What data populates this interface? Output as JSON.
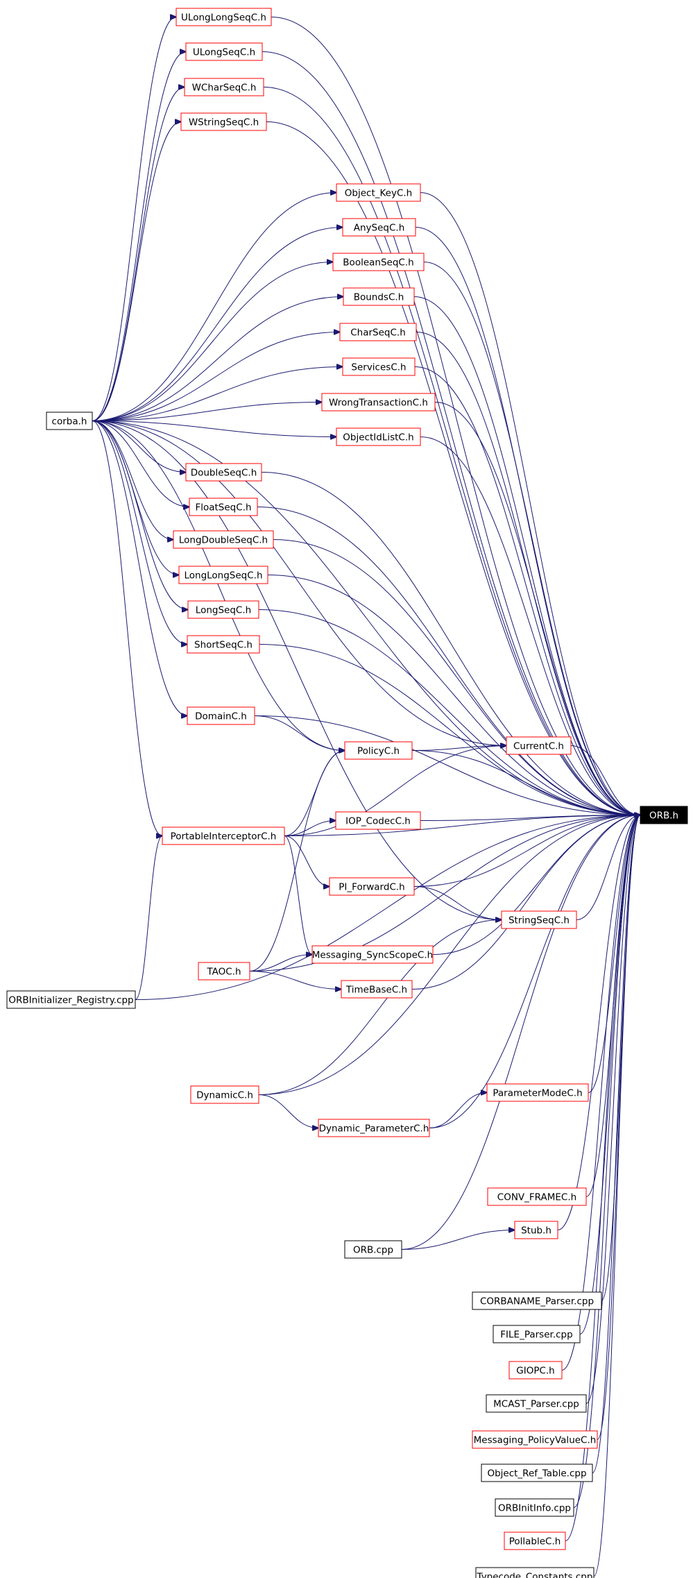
{
  "diagram": {
    "colors": {
      "edge": "#191970",
      "node_border_linked": "#ff0000",
      "node_border_plain": "#000000",
      "node_fill": "#ffffff",
      "focus_fill": "#000000",
      "focus_text": "#ffffff"
    },
    "focus": "ORB.h",
    "nodes": [
      {
        "id": "ULongLongSeqC",
        "label": "ULongLongSeqC.h",
        "style": "linked"
      },
      {
        "id": "ULongSeqC",
        "label": "ULongSeqC.h",
        "style": "linked"
      },
      {
        "id": "WCharSeqC",
        "label": "WCharSeqC.h",
        "style": "linked"
      },
      {
        "id": "WStringSeqC",
        "label": "WStringSeqC.h",
        "style": "linked"
      },
      {
        "id": "Object_KeyC",
        "label": "Object_KeyC.h",
        "style": "linked"
      },
      {
        "id": "AnySeqC",
        "label": "AnySeqC.h",
        "style": "linked"
      },
      {
        "id": "BooleanSeqC",
        "label": "BooleanSeqC.h",
        "style": "linked"
      },
      {
        "id": "BoundsC",
        "label": "BoundsC.h",
        "style": "linked"
      },
      {
        "id": "CharSeqC",
        "label": "CharSeqC.h",
        "style": "linked"
      },
      {
        "id": "ServicesC",
        "label": "ServicesC.h",
        "style": "linked"
      },
      {
        "id": "corba",
        "label": "corba.h",
        "style": "plain"
      },
      {
        "id": "WrongTransactionC",
        "label": "WrongTransactionC.h",
        "style": "linked"
      },
      {
        "id": "ObjectIdListC",
        "label": "ObjectIdListC.h",
        "style": "linked"
      },
      {
        "id": "DoubleSeqC",
        "label": "DoubleSeqC.h",
        "style": "linked"
      },
      {
        "id": "FloatSeqC",
        "label": "FloatSeqC.h",
        "style": "linked"
      },
      {
        "id": "LongDoubleSeqC",
        "label": "LongDoubleSeqC.h",
        "style": "linked"
      },
      {
        "id": "LongLongSeqC",
        "label": "LongLongSeqC.h",
        "style": "linked"
      },
      {
        "id": "LongSeqC",
        "label": "LongSeqC.h",
        "style": "linked"
      },
      {
        "id": "ShortSeqC",
        "label": "ShortSeqC.h",
        "style": "linked"
      },
      {
        "id": "DomainC",
        "label": "DomainC.h",
        "style": "linked"
      },
      {
        "id": "CurrentC",
        "label": "CurrentC.h",
        "style": "linked"
      },
      {
        "id": "PolicyC",
        "label": "PolicyC.h",
        "style": "linked"
      },
      {
        "id": "ORB",
        "label": "ORB.h",
        "style": "focus"
      },
      {
        "id": "IOP_CodecC",
        "label": "IOP_CodecC.h",
        "style": "linked"
      },
      {
        "id": "PortableInterceptorC",
        "label": "PortableInterceptorC.h",
        "style": "linked"
      },
      {
        "id": "PI_ForwardC",
        "label": "PI_ForwardC.h",
        "style": "linked"
      },
      {
        "id": "StringSeqC",
        "label": "StringSeqC.h",
        "style": "linked"
      },
      {
        "id": "Messaging_SyncScopeC",
        "label": "Messaging_SyncScopeC.h",
        "style": "linked"
      },
      {
        "id": "TAOC",
        "label": "TAOC.h",
        "style": "linked"
      },
      {
        "id": "TimeBaseC",
        "label": "TimeBaseC.h",
        "style": "linked"
      },
      {
        "id": "ORBInitializer_Registry",
        "label": "ORBInitializer_Registry.cpp",
        "style": "plain"
      },
      {
        "id": "ParameterModeC",
        "label": "ParameterModeC.h",
        "style": "linked"
      },
      {
        "id": "DynamicC",
        "label": "DynamicC.h",
        "style": "linked"
      },
      {
        "id": "Dynamic_ParameterC",
        "label": "Dynamic_ParameterC.h",
        "style": "linked"
      },
      {
        "id": "CONV_FRAMEC",
        "label": "CONV_FRAMEC.h",
        "style": "linked"
      },
      {
        "id": "ORBcpp",
        "label": "ORB.cpp",
        "style": "plain"
      },
      {
        "id": "Stub",
        "label": "Stub.h",
        "style": "linked"
      },
      {
        "id": "CORBANAME_Parser",
        "label": "CORBANAME_Parser.cpp",
        "style": "plain"
      },
      {
        "id": "FILE_Parser",
        "label": "FILE_Parser.cpp",
        "style": "plain"
      },
      {
        "id": "GIOPC",
        "label": "GIOPC.h",
        "style": "linked"
      },
      {
        "id": "MCAST_Parser",
        "label": "MCAST_Parser.cpp",
        "style": "plain"
      },
      {
        "id": "Messaging_PolicyValueC",
        "label": "Messaging_PolicyValueC.h",
        "style": "linked"
      },
      {
        "id": "Object_Ref_Table",
        "label": "Object_Ref_Table.cpp",
        "style": "plain"
      },
      {
        "id": "ORBInitInfo",
        "label": "ORBInitInfo.cpp",
        "style": "plain"
      },
      {
        "id": "PollableC",
        "label": "PollableC.h",
        "style": "linked"
      },
      {
        "id": "Typecode_Constants",
        "label": "Typecode_Constants.cpp",
        "style": "plain"
      }
    ],
    "edges": [
      [
        "corba",
        "ULongLongSeqC"
      ],
      [
        "corba",
        "ULongSeqC"
      ],
      [
        "corba",
        "WCharSeqC"
      ],
      [
        "corba",
        "WStringSeqC"
      ],
      [
        "corba",
        "Object_KeyC"
      ],
      [
        "corba",
        "AnySeqC"
      ],
      [
        "corba",
        "BooleanSeqC"
      ],
      [
        "corba",
        "BoundsC"
      ],
      [
        "corba",
        "CharSeqC"
      ],
      [
        "corba",
        "ServicesC"
      ],
      [
        "corba",
        "WrongTransactionC"
      ],
      [
        "corba",
        "ObjectIdListC"
      ],
      [
        "corba",
        "DoubleSeqC"
      ],
      [
        "corba",
        "FloatSeqC"
      ],
      [
        "corba",
        "LongDoubleSeqC"
      ],
      [
        "corba",
        "LongLongSeqC"
      ],
      [
        "corba",
        "LongSeqC"
      ],
      [
        "corba",
        "ShortSeqC"
      ],
      [
        "corba",
        "DomainC"
      ],
      [
        "corba",
        "PolicyC"
      ],
      [
        "corba",
        "CurrentC"
      ],
      [
        "corba",
        "PortableInterceptorC"
      ],
      [
        "corba",
        "StringSeqC"
      ],
      [
        "corba",
        "ORB"
      ],
      [
        "ULongLongSeqC",
        "ORB"
      ],
      [
        "ULongSeqC",
        "ORB"
      ],
      [
        "WCharSeqC",
        "ORB"
      ],
      [
        "WStringSeqC",
        "ORB"
      ],
      [
        "Object_KeyC",
        "ORB"
      ],
      [
        "AnySeqC",
        "ORB"
      ],
      [
        "BooleanSeqC",
        "ORB"
      ],
      [
        "BoundsC",
        "ORB"
      ],
      [
        "CharSeqC",
        "ORB"
      ],
      [
        "ServicesC",
        "ORB"
      ],
      [
        "WrongTransactionC",
        "ORB"
      ],
      [
        "ObjectIdListC",
        "ORB"
      ],
      [
        "DoubleSeqC",
        "ORB"
      ],
      [
        "FloatSeqC",
        "ORB"
      ],
      [
        "LongDoubleSeqC",
        "ORB"
      ],
      [
        "LongLongSeqC",
        "ORB"
      ],
      [
        "LongSeqC",
        "ORB"
      ],
      [
        "ShortSeqC",
        "ORB"
      ],
      [
        "DomainC",
        "ORB"
      ],
      [
        "DomainC",
        "PolicyC"
      ],
      [
        "PolicyC",
        "CurrentC"
      ],
      [
        "PolicyC",
        "ORB"
      ],
      [
        "CurrentC",
        "ORB"
      ],
      [
        "PortableInterceptorC",
        "PolicyC"
      ],
      [
        "PortableInterceptorC",
        "CurrentC"
      ],
      [
        "PortableInterceptorC",
        "IOP_CodecC"
      ],
      [
        "PortableInterceptorC",
        "ORB"
      ],
      [
        "PortableInterceptorC",
        "PI_ForwardC"
      ],
      [
        "PortableInterceptorC",
        "Messaging_SyncScopeC"
      ],
      [
        "IOP_CodecC",
        "ORB"
      ],
      [
        "PI_ForwardC",
        "ORB"
      ],
      [
        "PI_ForwardC",
        "StringSeqC"
      ],
      [
        "StringSeqC",
        "ORB"
      ],
      [
        "Messaging_SyncScopeC",
        "ORB"
      ],
      [
        "TAOC",
        "PolicyC"
      ],
      [
        "TAOC",
        "Messaging_SyncScopeC"
      ],
      [
        "TAOC",
        "TimeBaseC"
      ],
      [
        "TAOC",
        "ORB"
      ],
      [
        "TimeBaseC",
        "ORB"
      ],
      [
        "ORBInitializer_Registry",
        "PortableInterceptorC"
      ],
      [
        "ORBInitializer_Registry",
        "ORB"
      ],
      [
        "DynamicC",
        "StringSeqC"
      ],
      [
        "DynamicC",
        "Dynamic_ParameterC"
      ],
      [
        "DynamicC",
        "ORB"
      ],
      [
        "Dynamic_ParameterC",
        "ParameterModeC"
      ],
      [
        "Dynamic_ParameterC",
        "ORB"
      ],
      [
        "ParameterModeC",
        "ORB"
      ],
      [
        "CONV_FRAMEC",
        "ORB"
      ],
      [
        "ORBcpp",
        "Stub"
      ],
      [
        "ORBcpp",
        "ORB"
      ],
      [
        "Stub",
        "ORB"
      ],
      [
        "CORBANAME_Parser",
        "ORB"
      ],
      [
        "FILE_Parser",
        "ORB"
      ],
      [
        "GIOPC",
        "ORB"
      ],
      [
        "MCAST_Parser",
        "ORB"
      ],
      [
        "Messaging_PolicyValueC",
        "ORB"
      ],
      [
        "Object_Ref_Table",
        "ORB"
      ],
      [
        "ORBInitInfo",
        "ORB"
      ],
      [
        "PollableC",
        "ORB"
      ],
      [
        "Typecode_Constants",
        "ORB"
      ]
    ]
  }
}
